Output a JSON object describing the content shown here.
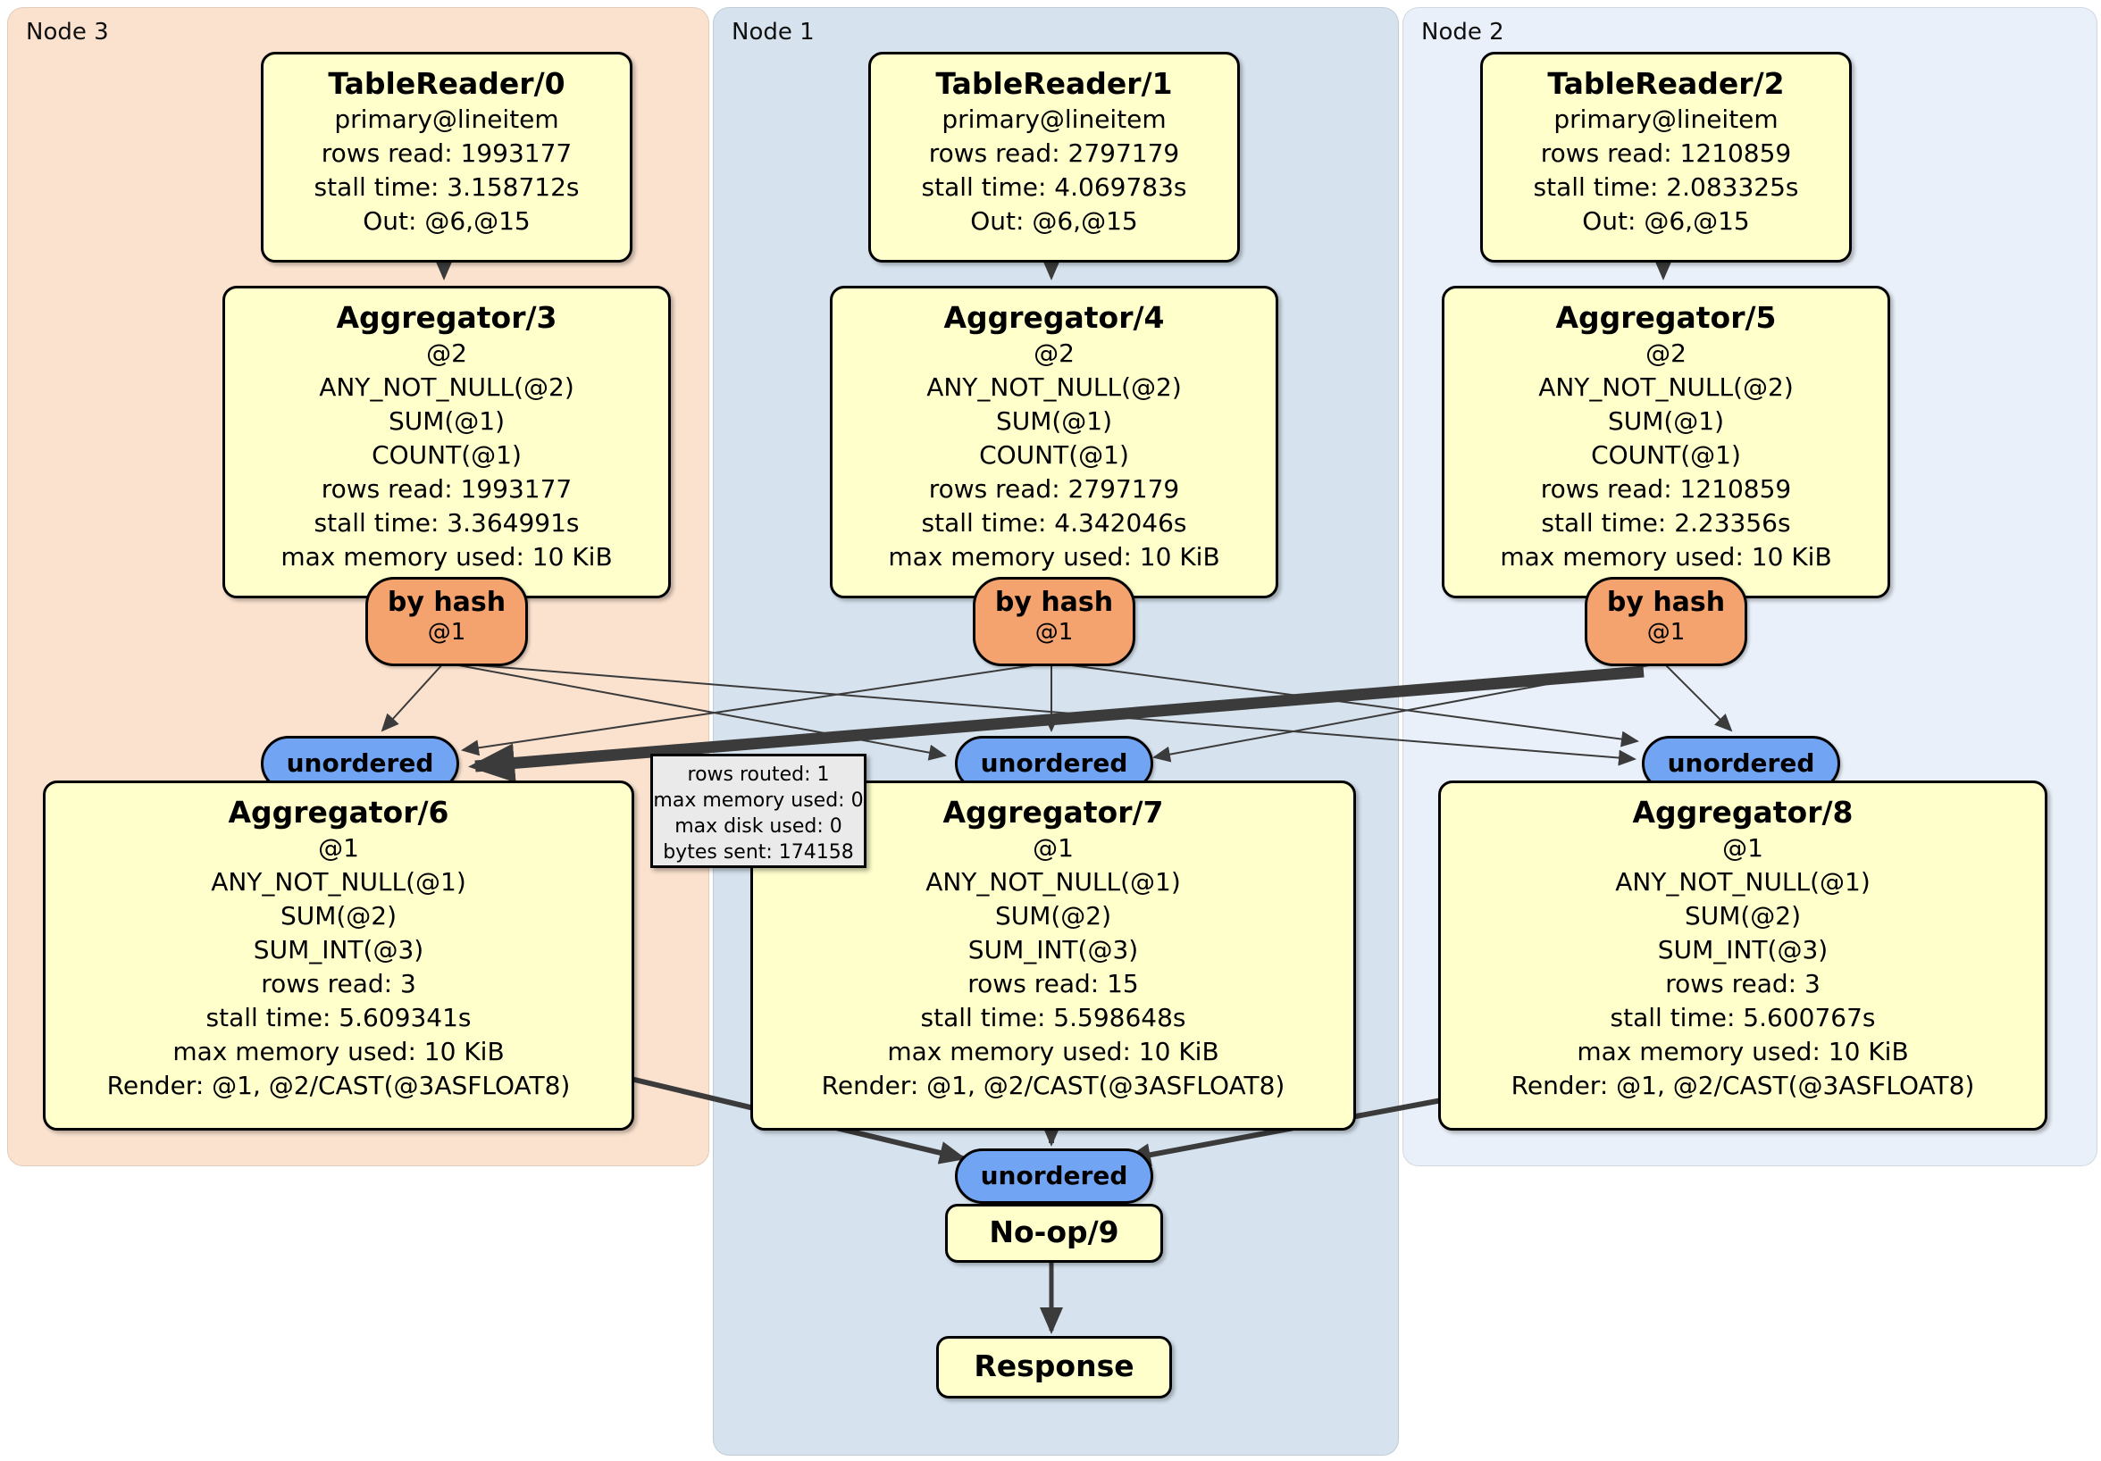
{
  "colors": {
    "node3_bg": "#FBE2CF",
    "node1_bg": "#D6E3EE",
    "node2_bg": "#EAF0F9",
    "op_bg": "#FFFFCC",
    "router_bg": "#F5A36E",
    "sync_bg": "#72A4F4",
    "edge": "#3B3B3B",
    "tooltip_bg": "#EAEAEA"
  },
  "nodes": [
    {
      "label": "Node 3",
      "table_reader": {
        "title": "TableReader/0",
        "lines": [
          "primary@lineitem",
          "rows read: 1993177",
          "stall time: 3.158712s",
          "Out: @6,@15"
        ]
      },
      "agg_top": {
        "title": "Aggregator/3",
        "lines": [
          "@2",
          "ANY_NOT_NULL(@2)",
          "SUM(@1)",
          "COUNT(@1)",
          "rows read: 1993177",
          "stall time: 3.364991s",
          "max memory used: 10 KiB"
        ]
      },
      "router": {
        "label": "by hash",
        "sub": "@1"
      },
      "sync": {
        "label": "unordered"
      },
      "agg_bottom": {
        "title": "Aggregator/6",
        "lines": [
          "@1",
          "ANY_NOT_NULL(@1)",
          "SUM(@2)",
          "SUM_INT(@3)",
          "rows read: 3",
          "stall time: 5.609341s",
          "max memory used: 10 KiB",
          "Render: @1, @2/CAST(@3ASFLOAT8)"
        ]
      }
    },
    {
      "label": "Node 1",
      "table_reader": {
        "title": "TableReader/1",
        "lines": [
          "primary@lineitem",
          "rows read: 2797179",
          "stall time: 4.069783s",
          "Out: @6,@15"
        ]
      },
      "agg_top": {
        "title": "Aggregator/4",
        "lines": [
          "@2",
          "ANY_NOT_NULL(@2)",
          "SUM(@1)",
          "COUNT(@1)",
          "rows read: 2797179",
          "stall time: 4.342046s",
          "max memory used: 10 KiB"
        ]
      },
      "router": {
        "label": "by hash",
        "sub": "@1"
      },
      "sync": {
        "label": "unordered"
      },
      "agg_bottom": {
        "title": "Aggregator/7",
        "lines": [
          "@1",
          "ANY_NOT_NULL(@1)",
          "SUM(@2)",
          "SUM_INT(@3)",
          "rows read: 15",
          "stall time: 5.598648s",
          "max memory used: 10 KiB",
          "Render: @1, @2/CAST(@3ASFLOAT8)"
        ]
      }
    },
    {
      "label": "Node 2",
      "table_reader": {
        "title": "TableReader/2",
        "lines": [
          "primary@lineitem",
          "rows read: 1210859",
          "stall time: 2.083325s",
          "Out: @6,@15"
        ]
      },
      "agg_top": {
        "title": "Aggregator/5",
        "lines": [
          "@2",
          "ANY_NOT_NULL(@2)",
          "SUM(@1)",
          "COUNT(@1)",
          "rows read: 1210859",
          "stall time: 2.23356s",
          "max memory used: 10 KiB"
        ]
      },
      "router": {
        "label": "by hash",
        "sub": "@1"
      },
      "sync": {
        "label": "unordered"
      },
      "agg_bottom": {
        "title": "Aggregator/8",
        "lines": [
          "@1",
          "ANY_NOT_NULL(@1)",
          "SUM(@2)",
          "SUM_INT(@3)",
          "rows read: 3",
          "stall time: 5.600767s",
          "max memory used: 10 KiB",
          "Render: @1, @2/CAST(@3ASFLOAT8)"
        ]
      }
    }
  ],
  "edge_tooltip": {
    "lines": [
      "rows routed: 1",
      "max memory used: 0",
      "max disk used: 0",
      "bytes sent: 174158"
    ]
  },
  "final": {
    "sync_label": "unordered",
    "noop_title": "No-op/9",
    "response_title": "Response"
  }
}
